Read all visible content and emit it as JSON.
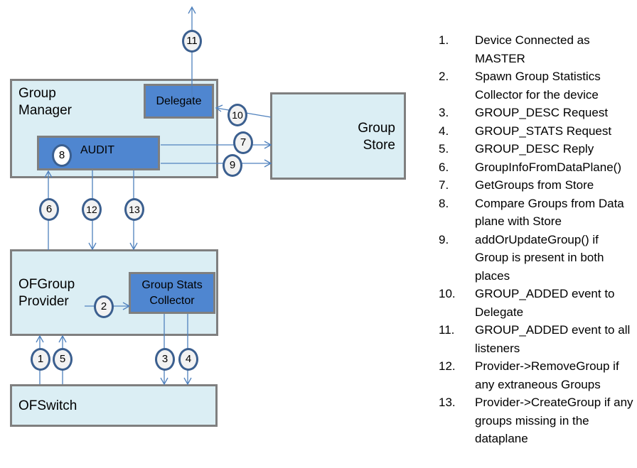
{
  "components": {
    "group_manager": "Group Manager",
    "group_manager_lines": [
      "Group",
      "Manager"
    ],
    "delegate": "Delegate",
    "audit": "AUDIT",
    "group_store_lines": [
      "Group",
      "Store"
    ],
    "ofgroup_provider_lines": [
      "OFGroup",
      "Provider"
    ],
    "group_stats_collector_lines": [
      "Group Stats",
      "Collector"
    ],
    "ofswitch": "OFSwitch"
  },
  "badges": {
    "b1": "1",
    "b2": "2",
    "b3": "3",
    "b4": "4",
    "b5": "5",
    "b6": "6",
    "b7": "7",
    "b8": "8",
    "b9": "9",
    "b10": "10",
    "b11": "11",
    "b12": "12",
    "b13": "13"
  },
  "steps": [
    {
      "num": "1.",
      "text": "Device Connected as MASTER"
    },
    {
      "num": "2.",
      "text": "Spawn Group Statistics Collector for the device"
    },
    {
      "num": "3.",
      "text": "GROUP_DESC Request"
    },
    {
      "num": "4.",
      "text": "GROUP_STATS Request"
    },
    {
      "num": "5.",
      "text": "GROUP_DESC Reply"
    },
    {
      "num": "6.",
      "text": "GroupInfoFromDataPlane()"
    },
    {
      "num": "7.",
      "text": "GetGroups from Store"
    },
    {
      "num": "8.",
      "text": "Compare Groups from Data plane with Store"
    },
    {
      "num": "9.",
      "text": "addOrUpdateGroup() if Group is present in both places"
    },
    {
      "num": "10.",
      "text": "GROUP_ADDED event to Delegate"
    },
    {
      "num": "11.",
      "text": "GROUP_ADDED event to all listeners"
    },
    {
      "num": "12.",
      "text": "Provider->RemoveGroup if any extraneous Groups"
    },
    {
      "num": "13.",
      "text": "Provider->CreateGroup if any groups missing in the dataplane"
    }
  ],
  "colors": {
    "outer_box_fill": "#dbeef4",
    "inner_box_fill": "#4f86d0",
    "border": "#7f7f7f",
    "arrow": "#4f81bd",
    "badge_border": "#3b5f8f"
  }
}
